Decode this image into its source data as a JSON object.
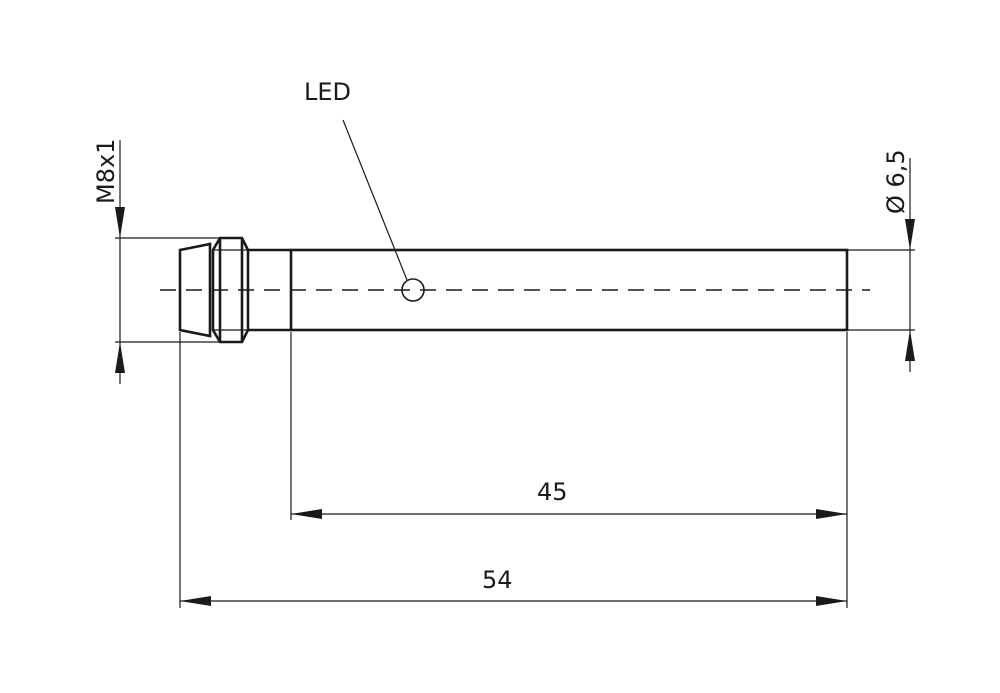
{
  "labels": {
    "led": "LED",
    "thread": "M8x1",
    "diameter": "Ø 6,5",
    "length_body": "45",
    "length_total": "54"
  }
}
